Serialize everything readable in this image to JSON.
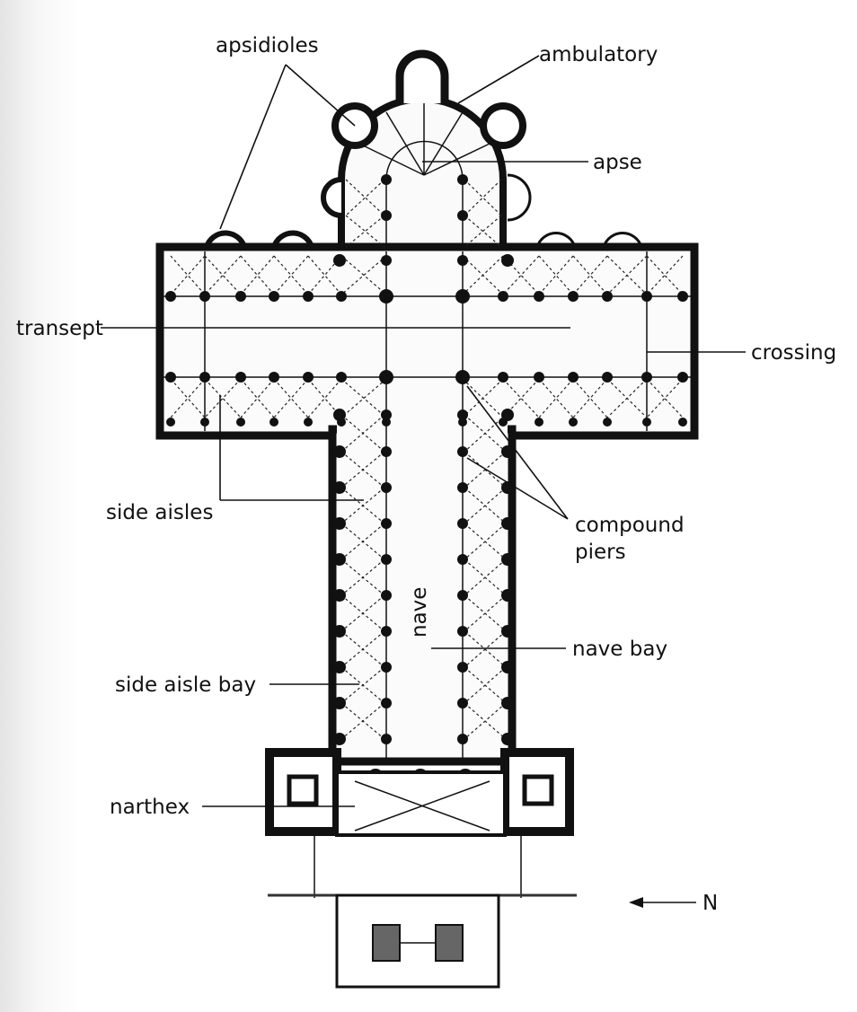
{
  "title": "Romanesque pilgrimage church floor plan",
  "labels": {
    "apsidioles": "apsidioles",
    "ambulatory": "ambulatory",
    "apse": "apse",
    "transept": "transept",
    "crossing": "crossing",
    "side_aisles": "side aisles",
    "compound_piers_1": "compound",
    "compound_piers_2": "piers",
    "nave": "nave",
    "nave_bay": "nave bay",
    "side_aisle_bay": "side aisle bay",
    "narthex": "narthex",
    "north": "N"
  }
}
